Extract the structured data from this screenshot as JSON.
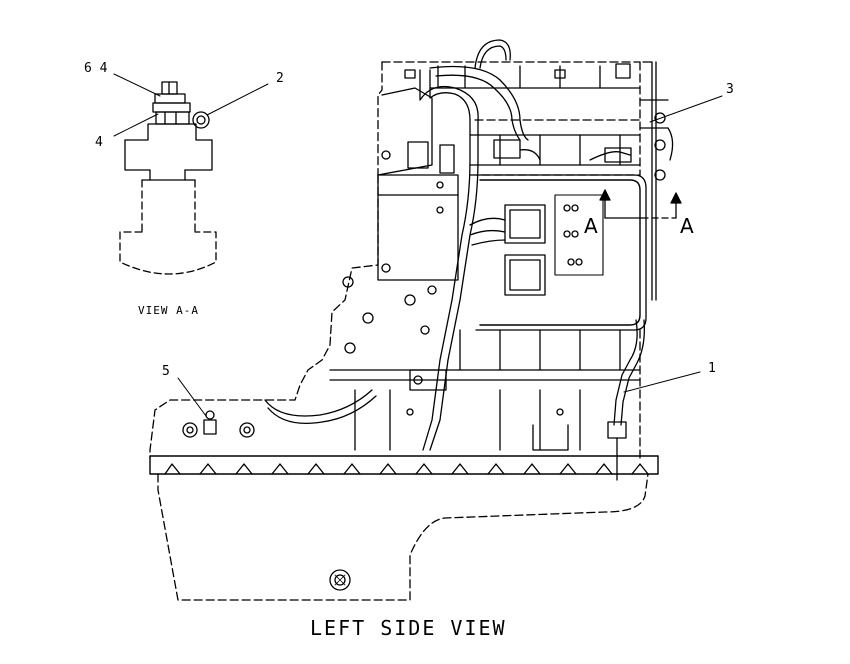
{
  "detail_view": {
    "caption": "VIEW A-A",
    "callouts": {
      "top_left": "6 4",
      "left": "4",
      "right": "2"
    }
  },
  "main_view": {
    "caption": "LEFT SIDE VIEW",
    "callouts": {
      "cable": "3",
      "tube": "1",
      "fitting": "5"
    },
    "section_letters": {
      "left": "A",
      "right": "A"
    }
  },
  "colors": {
    "ink": "#000000",
    "paper": "#ffffff"
  }
}
